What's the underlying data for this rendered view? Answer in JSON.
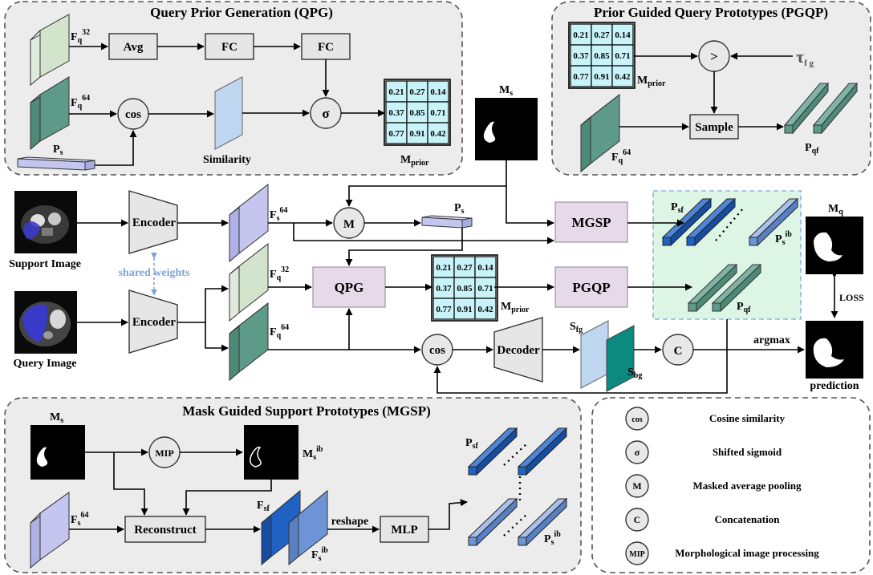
{
  "titles": {
    "qpg": "Query Prior Generation (QPG)",
    "pgqp": "Prior Guided Query Prototypes (PGQP)",
    "mgsp": "Mask Guided Support Prototypes (MGSP)"
  },
  "boxes": {
    "avg": "Avg",
    "fc": "FC",
    "sample": "Sample",
    "encoder": "Encoder",
    "mgsp": "MGSP",
    "qpg": "QPG",
    "pgqp": "PGQP",
    "decoder": "Decoder",
    "reconstruct": "Reconstruct",
    "mlp": "MLP"
  },
  "ops": {
    "cos": "cos",
    "sigma": "σ",
    "gt": ">",
    "m": "M",
    "c": "C",
    "mip": "MIP"
  },
  "labels": {
    "fq": "F",
    "fq_sub": "q",
    "fs": "F",
    "fs_sub": "s",
    "sup32": "32",
    "sup64": "64",
    "ps": "P",
    "ps_sub": "s",
    "similarity": "Similarity",
    "mprior": "M",
    "mprior_sub": "prior",
    "ms": "M",
    "ms_sub": "s",
    "ib": "ib",
    "tau": "τ",
    "tau_sub": "f g",
    "pqf": "P",
    "pqf_sub": "qf",
    "psf": "P",
    "psf_sub": "sf",
    "ffs": "F",
    "ffs_sub": "sf",
    "sfg": "S",
    "sfg_sub": "fg",
    "sbg": "S",
    "sbg_sub": "bg",
    "mq": "M",
    "mq_sub": "q",
    "support_image": "Support Image",
    "query_image": "Query Image",
    "shared_weights": "shared weights",
    "argmax": "argmax",
    "loss": "LOSS",
    "prediction": "prediction",
    "reshape": "reshape"
  },
  "prior_grid": [
    "0.21",
    "0.27",
    "0.14",
    "0.37",
    "0.85",
    "0.71",
    "0.77",
    "0.91",
    "0.42"
  ],
  "legend": [
    {
      "symbol": "cos",
      "text": "Cosine similarity"
    },
    {
      "symbol": "σ",
      "text": "Shifted sigmoid"
    },
    {
      "symbol": "M",
      "text": "Masked average pooling"
    },
    {
      "symbol": "C",
      "text": "Concatenation"
    },
    {
      "symbol": "MIP",
      "text": "Morphological image processing"
    }
  ],
  "colors": {
    "panel_bg": "#ececec",
    "green_light": "#d3e4cc",
    "green_dark": "#5e9a88",
    "lavender": "#c4c6ef",
    "light_blue": "#bed6ef",
    "dark_blue": "#1f62c4",
    "mid_blue": "#6d94d6",
    "teal": "#0d8a80",
    "purple_box": "#e6d9ea",
    "prior_cell": "#c8f3f8",
    "dashed_blue": "#8ab8e0"
  }
}
